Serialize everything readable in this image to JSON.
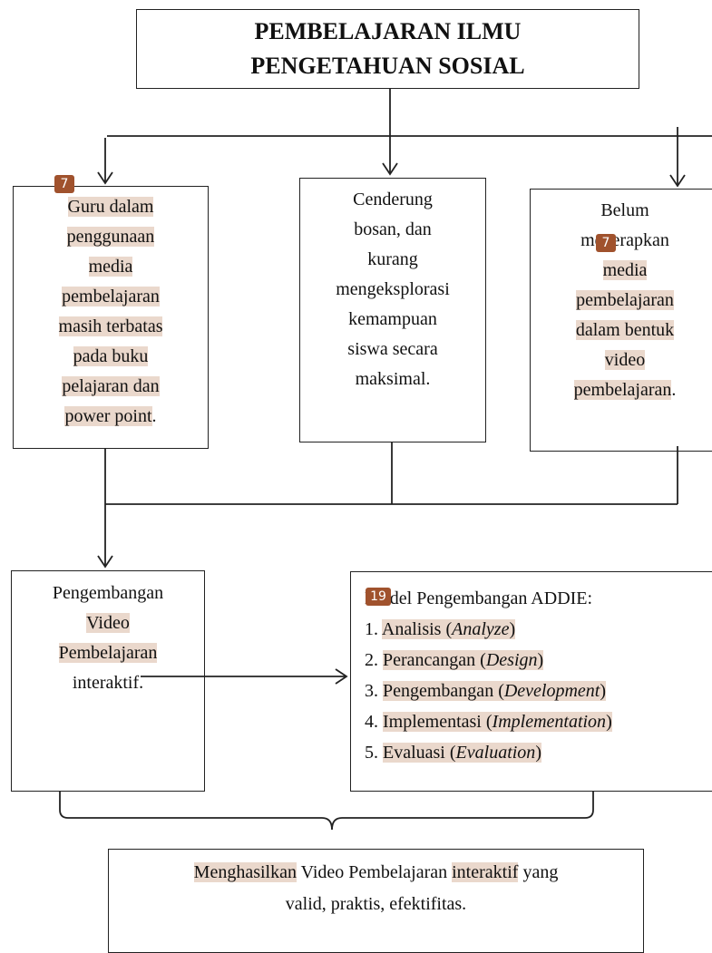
{
  "title": {
    "line1": "PEMBELAJARAN ILMU",
    "line2": "PENGETAHUAN SOSIAL"
  },
  "left_box": {
    "badge": "7",
    "lines": [
      "Guru dalam",
      "penggunaan",
      "media",
      "pembelajaran",
      "masih terbatas",
      "pada buku",
      "pelajaran dan",
      "power point",
      "."
    ]
  },
  "middle_box": {
    "lines": [
      "Cenderung",
      "bosan, dan",
      "kurang",
      "mengeksplorasi",
      "kemampuan",
      "siswa secara",
      "maksimal."
    ]
  },
  "right_box": {
    "badge": "7",
    "lines": [
      "Belum",
      "menerapkan",
      "media",
      "pembelajaran",
      "dalam bentuk",
      "video",
      "pembelajaran",
      "."
    ]
  },
  "dev_box": {
    "lines": [
      "Pengembangan",
      "Video",
      "Pembelajaran",
      "interaktif."
    ]
  },
  "addie_box": {
    "badge": "19",
    "heading": "Model Pengembangan ADDIE:",
    "items": [
      {
        "num": "1.",
        "label": "Analisis",
        "en": "Analyze"
      },
      {
        "num": "2.",
        "label": "Perancangan",
        "en": "Design"
      },
      {
        "num": "3.",
        "label": "Pengembangan",
        "en": "Development"
      },
      {
        "num": "4.",
        "label": "Implementasi",
        "en": "Implementation"
      },
      {
        "num": "5.",
        "label": "Evaluasi",
        "en": "Evaluation"
      }
    ]
  },
  "result_box": {
    "w1": "Menghasilkan",
    "w2": " Video Pembelajaran ",
    "w3": "interaktif",
    "w4": " yang",
    "line2": "valid, praktis, efektifitas."
  },
  "colors": {
    "highlight": "#ead8cc",
    "badge": "#a0522d",
    "line": "#222222"
  }
}
